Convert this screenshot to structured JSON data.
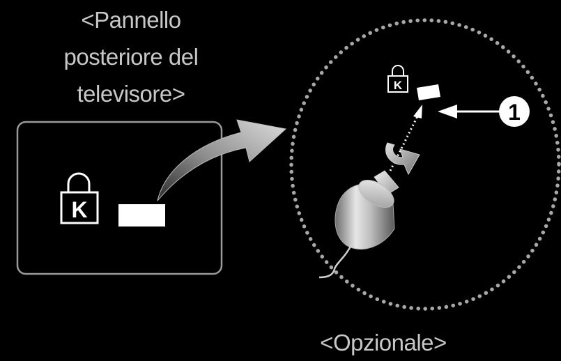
{
  "labels": {
    "tv_panel_line1": "<Pannello",
    "tv_panel_line2": "posteriore del",
    "tv_panel_line3": "televisore>",
    "optional": "<Opzionale>",
    "callout_number": "1"
  },
  "icons": {
    "kensington_lock": "lock-with-K",
    "slot": "kensington-slot",
    "curved_arrow": "curved-arrow-right",
    "cable_lock": "kensington-cable-lock",
    "rotate": "rotation-arrow"
  },
  "colors": {
    "background": "#000000",
    "text": "#c8c8c8",
    "panel_border": "#9a9a9a",
    "dotted_circle": "#a8a8a8",
    "white": "#ffffff"
  }
}
